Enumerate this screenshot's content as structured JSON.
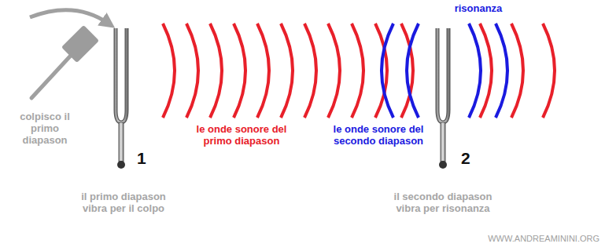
{
  "diagram": {
    "labels": [
      "colpisco il primo diapason",
      "1",
      "il primo diapason vibra per il colpo",
      "le onde sonore del primo diapason",
      "le onde sonore del secondo diapason",
      "risonanza",
      "2",
      "il secondo diapason vibra per risonanza",
      "WWW.ANDREAMININI.ORG"
    ]
  }
}
